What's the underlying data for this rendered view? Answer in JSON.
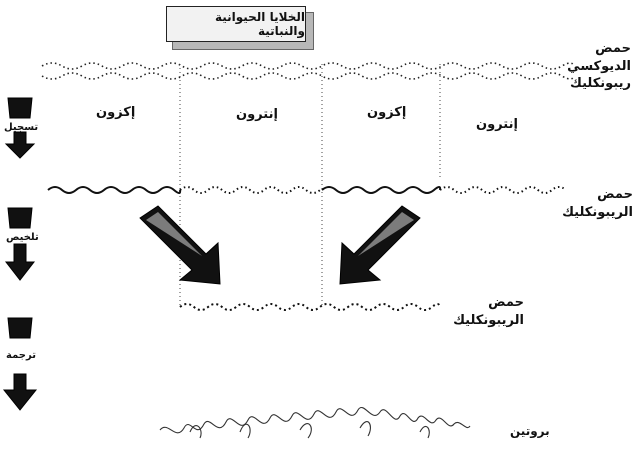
{
  "title": "الخلايا الحيوانية والنباتية",
  "dna_label": [
    "حمض",
    "الديوكسي",
    "ريبونكليك"
  ],
  "rna_label_1": [
    "حمض",
    "الريبونكليك"
  ],
  "rna_label_2": [
    "حمض",
    "الريبونكليك"
  ],
  "segments": [
    "إنترون",
    "إكزون",
    "إنترون",
    "إكزون"
  ],
  "steps": [
    "تسجيل",
    "تلخيص",
    "ترجمة"
  ],
  "protein_label": "بروتين"
}
